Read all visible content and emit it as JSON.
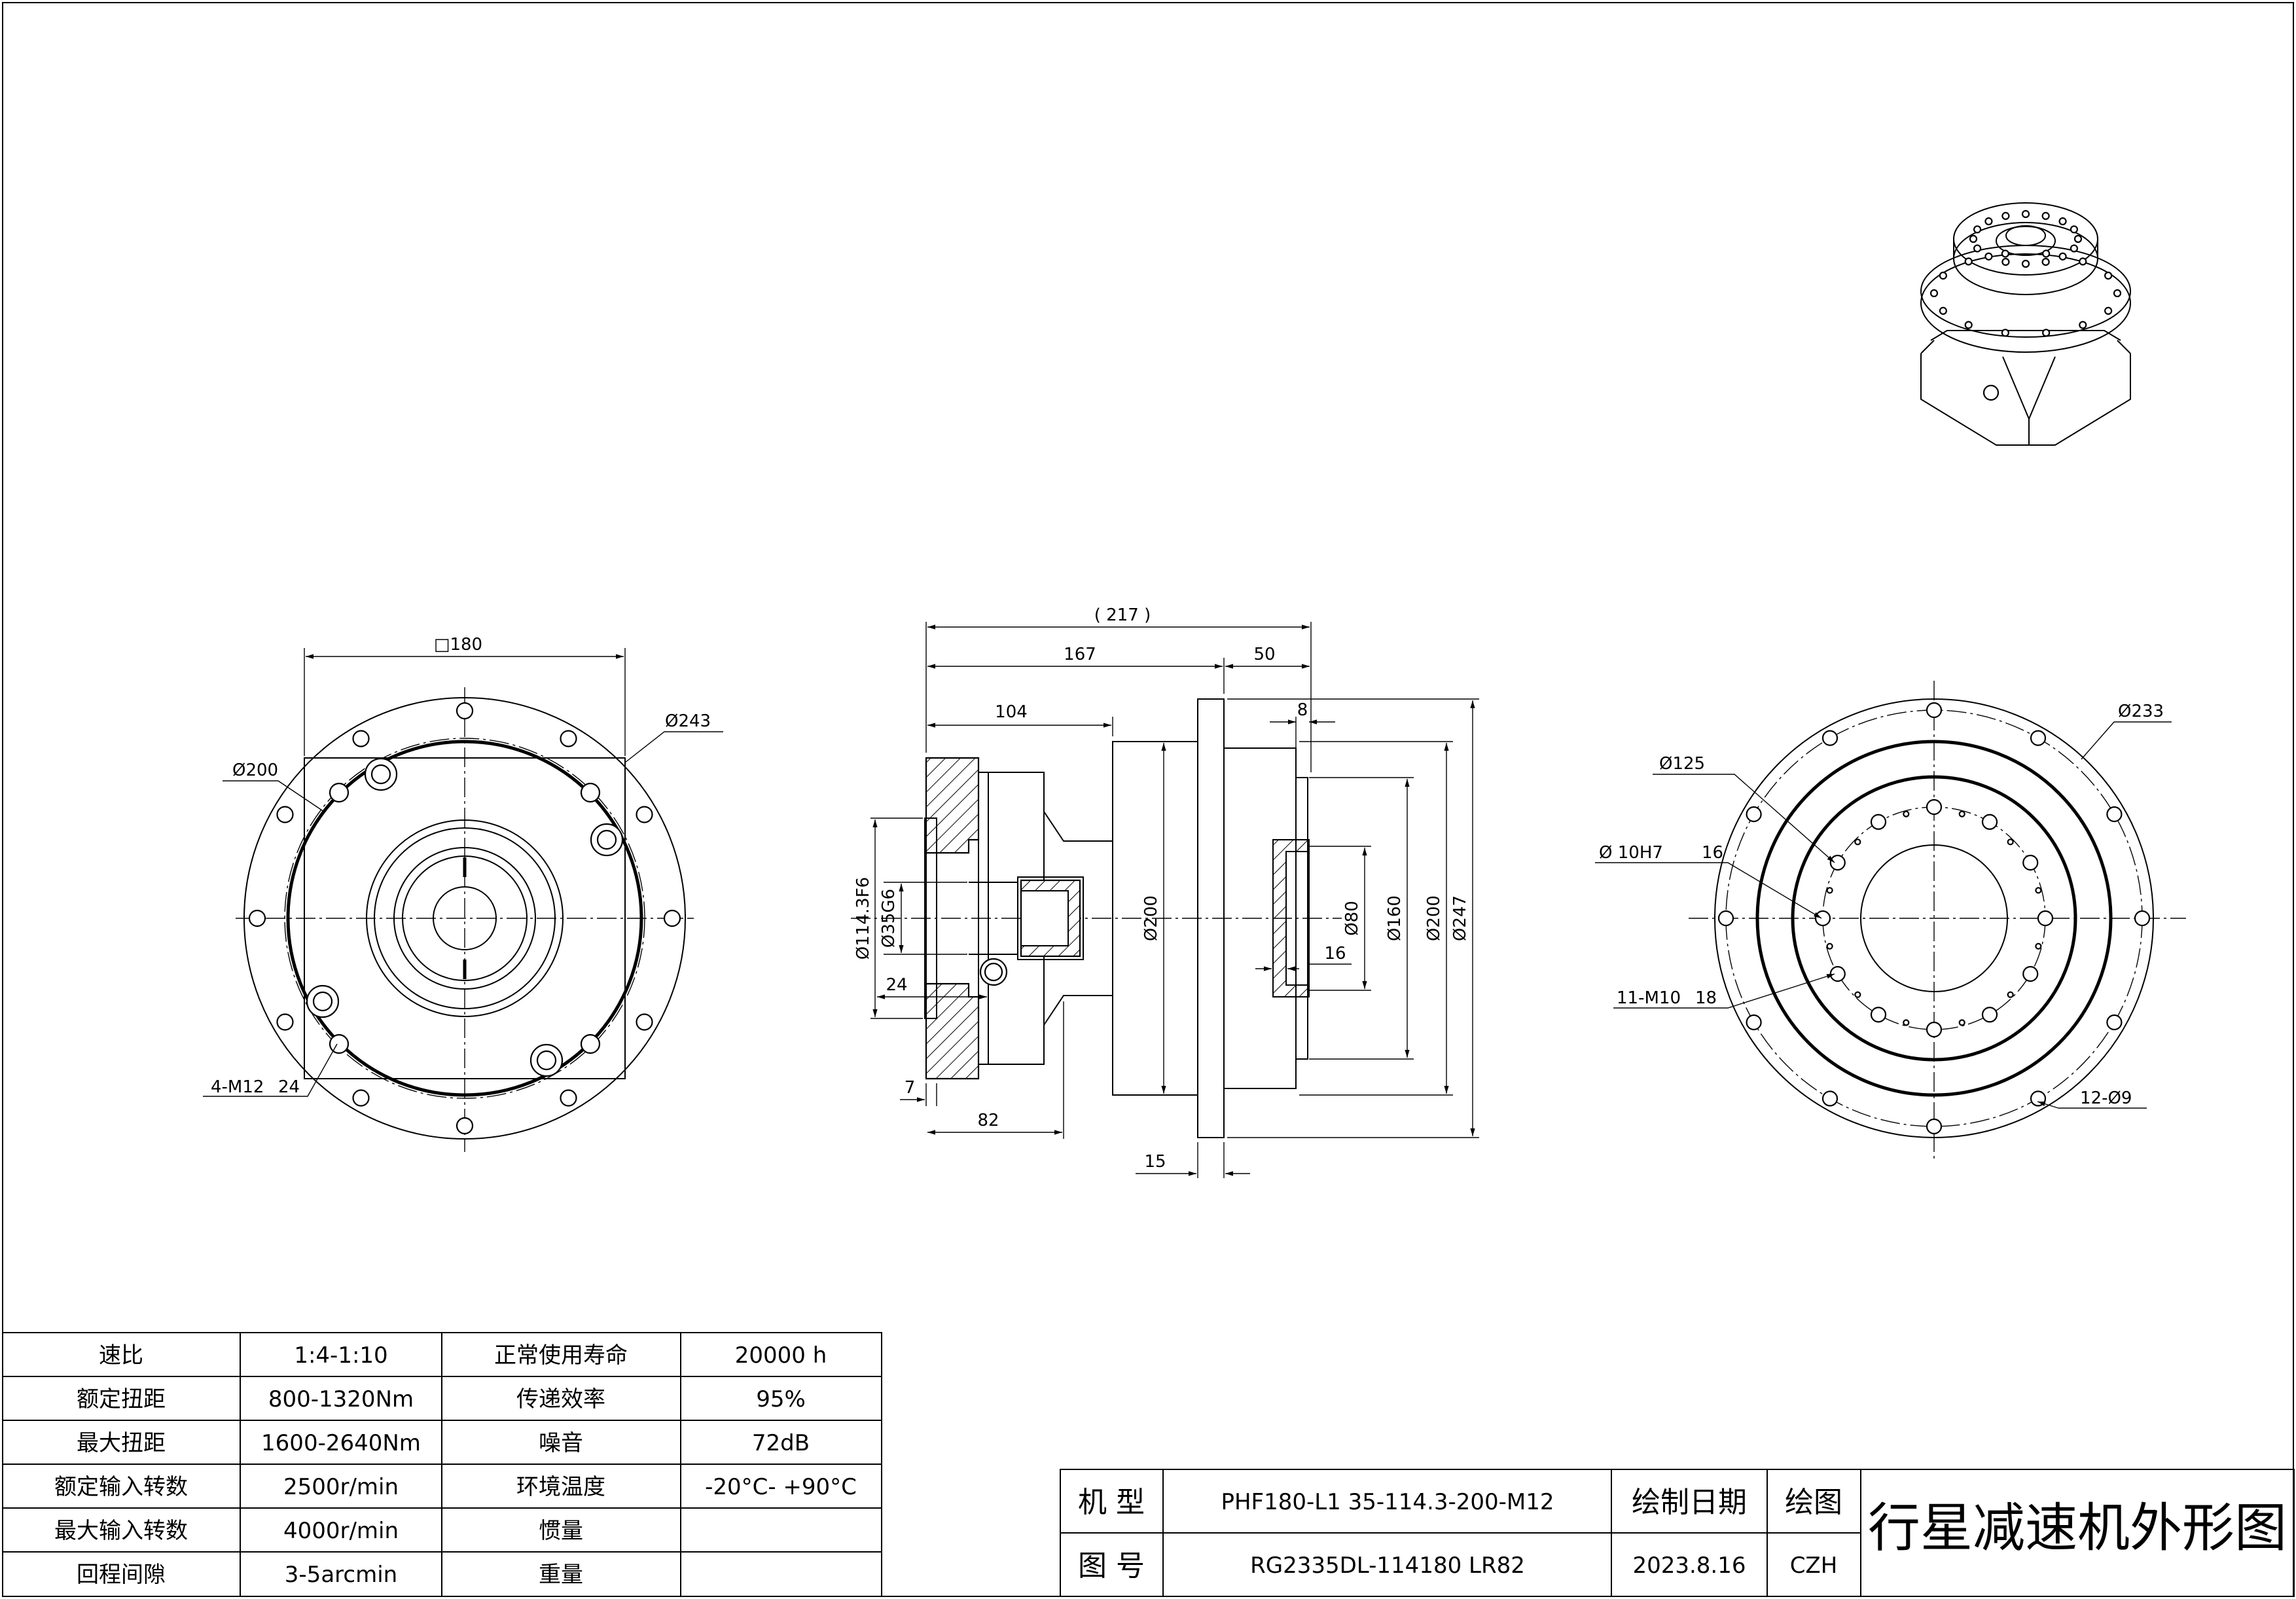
{
  "title_block": {
    "model_label": "机 型",
    "model_value": "PHF180-L1 35-114.3-200-M12",
    "drawing_no_label": "图 号",
    "drawing_no_value": "RG2335DL-114180 LR82",
    "date_label": "绘制日期",
    "date_value": "2023.8.16",
    "drafter_label": "绘图",
    "drafter_value": "CZH",
    "sheet_title": "行星减速机外形图"
  },
  "spec_table": {
    "rows": [
      {
        "k1": "速比",
        "v1": "1:4-1:10",
        "k2": "正常使用寿命",
        "v2": "20000 h"
      },
      {
        "k1": "额定扭距",
        "v1": "800-1320Nm",
        "k2": "传递效率",
        "v2": "95%"
      },
      {
        "k1": "最大扭距",
        "v1": "1600-2640Nm",
        "k2": "噪音",
        "v2": "72dB"
      },
      {
        "k1": "额定输入转数",
        "v1": "2500r/min",
        "k2": "环境温度",
        "v2": "-20°C- +90°C"
      },
      {
        "k1": "最大输入转数",
        "v1": "4000r/min",
        "k2": "惯量",
        "v2": ""
      },
      {
        "k1": "回程间隙",
        "v1": "3-5arcmin",
        "k2": "重量",
        "v2": ""
      }
    ]
  },
  "left_view": {
    "square_dim": "□180",
    "outer_dia": "Ø243",
    "pcd_dia": "Ø200",
    "tapped_holes": "4-M12",
    "tapped_depth": "24"
  },
  "side_view": {
    "overall_length": "( 217 )",
    "body_length": "167",
    "output_length": "50",
    "input_length": "104",
    "pilot_length": "8",
    "input_bore": "Ø114.3F6",
    "shaft_bore": "Ø35G6",
    "bore_depth": "24",
    "body_dia": "Ø200",
    "output_bore": "Ø80",
    "output_pilot": "Ø160",
    "output_pcd": "Ø200",
    "flange_dia": "Ø247",
    "recess_depth": "16",
    "step_7": "7",
    "step_82": "82",
    "flange_thickness": "15"
  },
  "right_view": {
    "outer_pcd": "Ø233",
    "inner_pcd": "Ø125",
    "pin_hole": "Ø 10H7",
    "pin_depth": "16",
    "tapped_holes": "11-M10",
    "tapped_depth": "18",
    "through_holes": "12-Ø9"
  }
}
